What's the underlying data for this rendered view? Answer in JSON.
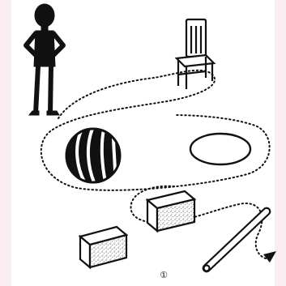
{
  "diagram": {
    "label": "①",
    "colors": {
      "background": "#fbeef3",
      "ink": "#111111",
      "paper": "#ffffff",
      "speckle": "#9a9a9a"
    },
    "objects": [
      "figure",
      "chair",
      "striped-ball",
      "hoop",
      "block",
      "block",
      "stick",
      "arrowhead"
    ]
  }
}
